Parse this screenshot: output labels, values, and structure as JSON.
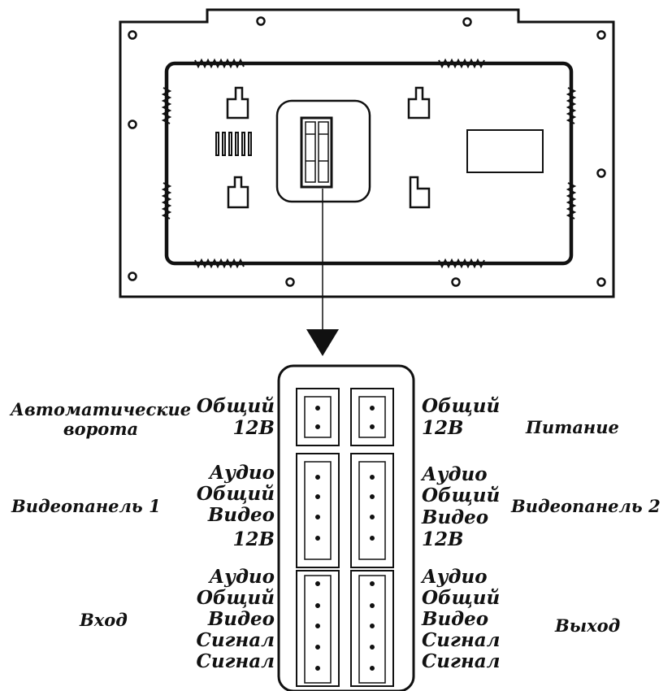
{
  "diagram": {
    "colors": {
      "line": "#111111",
      "background": "#ffffff"
    },
    "connectors": {
      "gate": {
        "left_label": "Автоматические\nворота",
        "pins": 2,
        "wires": [
          "Общий",
          "12В"
        ]
      },
      "power": {
        "right_label": "Питание",
        "pins": 2,
        "wires": [
          "Общий",
          "12В"
        ]
      },
      "panel1": {
        "left_label": "Видеопанель 1",
        "pins": 4,
        "wires": [
          "Аудио",
          "Общий",
          "Видео",
          "12В"
        ]
      },
      "panel2": {
        "right_label": "Видеопанель 2",
        "pins": 4,
        "wires": [
          "Аудио",
          "Общий",
          "Видео",
          "12В"
        ]
      },
      "input": {
        "left_label": "Вход",
        "pins": 5,
        "wires": [
          "Аудио",
          "Общий",
          "Видео",
          "Сигнал",
          "Сигнал"
        ]
      },
      "output": {
        "right_label": "Выход",
        "pins": 5,
        "wires": [
          "Аудио",
          "Общий",
          "Видео",
          "Сигнал",
          "Сигнал"
        ]
      }
    }
  }
}
